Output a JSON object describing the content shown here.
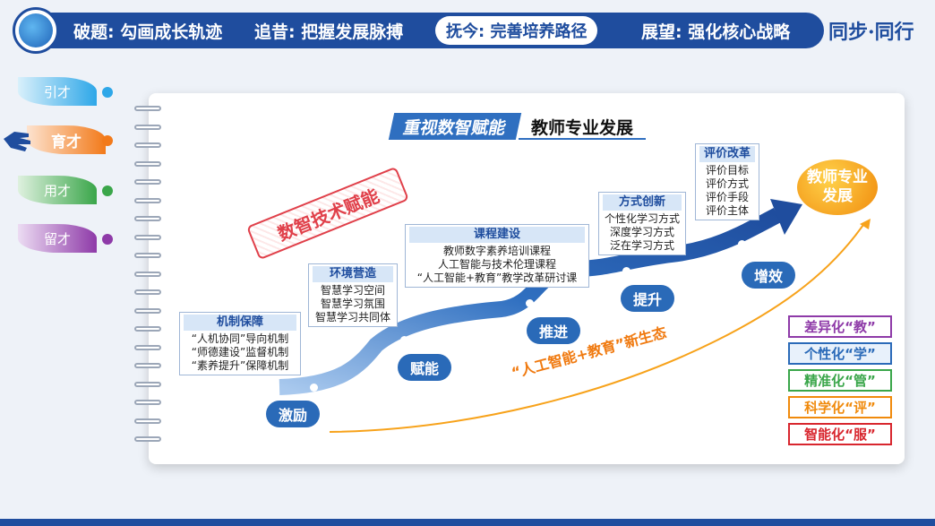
{
  "header": {
    "tabs": [
      {
        "label": "破题: 勾画成长轨迹"
      },
      {
        "label": "追昔: 把握发展脉搏"
      },
      {
        "label": "抚今: 完善培养路径"
      },
      {
        "label": "展望: 强化核心战略"
      }
    ],
    "active_tab": 2,
    "slogan": "同步·同行"
  },
  "sidebar": {
    "items": [
      {
        "label": "引才",
        "color": "#2ea7e8"
      },
      {
        "label": "育才",
        "color": "#f27a1a"
      },
      {
        "label": "用才",
        "color": "#3aa64a"
      },
      {
        "label": "留才",
        "color": "#8e3aa8"
      }
    ],
    "active_item": 1
  },
  "card": {
    "title_highlight": "重视数智赋能",
    "title_rest": "教师专业发展",
    "tag": "数智技术赋能",
    "boxes": [
      {
        "heading": "机制保障",
        "lines": [
          "“人机协同”导向机制",
          "“师德建设”监督机制",
          "“素养提升”保障机制"
        ]
      },
      {
        "heading": "环境营造",
        "lines": [
          "智慧学习空间",
          "智慧学习氛围",
          "智慧学习共同体"
        ]
      },
      {
        "heading": "课程建设",
        "lines": [
          "教师数字素养培训课程",
          "人工智能与技术伦理课程",
          "“人工智能+教育”教学改革研讨课"
        ]
      },
      {
        "heading": "方式创新",
        "lines": [
          "个性化学习方式",
          "深度学习方式",
          "泛在学习方式"
        ]
      },
      {
        "heading": "评价改革",
        "lines": [
          "评价目标",
          "评价方式",
          "评价手段",
          "评价主体"
        ]
      }
    ],
    "stages": [
      "激励",
      "赋能",
      "推进",
      "提升",
      "增效"
    ],
    "goal": {
      "line1": "教师专业",
      "line2": "发展"
    },
    "ecology": "“人工智能+教育”新生态",
    "legend": [
      {
        "label": "差异化“教”",
        "color": "#8e3aa8"
      },
      {
        "label": "个性化“学”",
        "color": "#2a6ab8"
      },
      {
        "label": "精准化“管”",
        "color": "#3aa64a"
      },
      {
        "label": "科学化“评”",
        "color": "#f08a0c"
      },
      {
        "label": "智能化“服”",
        "color": "#d8262e"
      }
    ]
  }
}
